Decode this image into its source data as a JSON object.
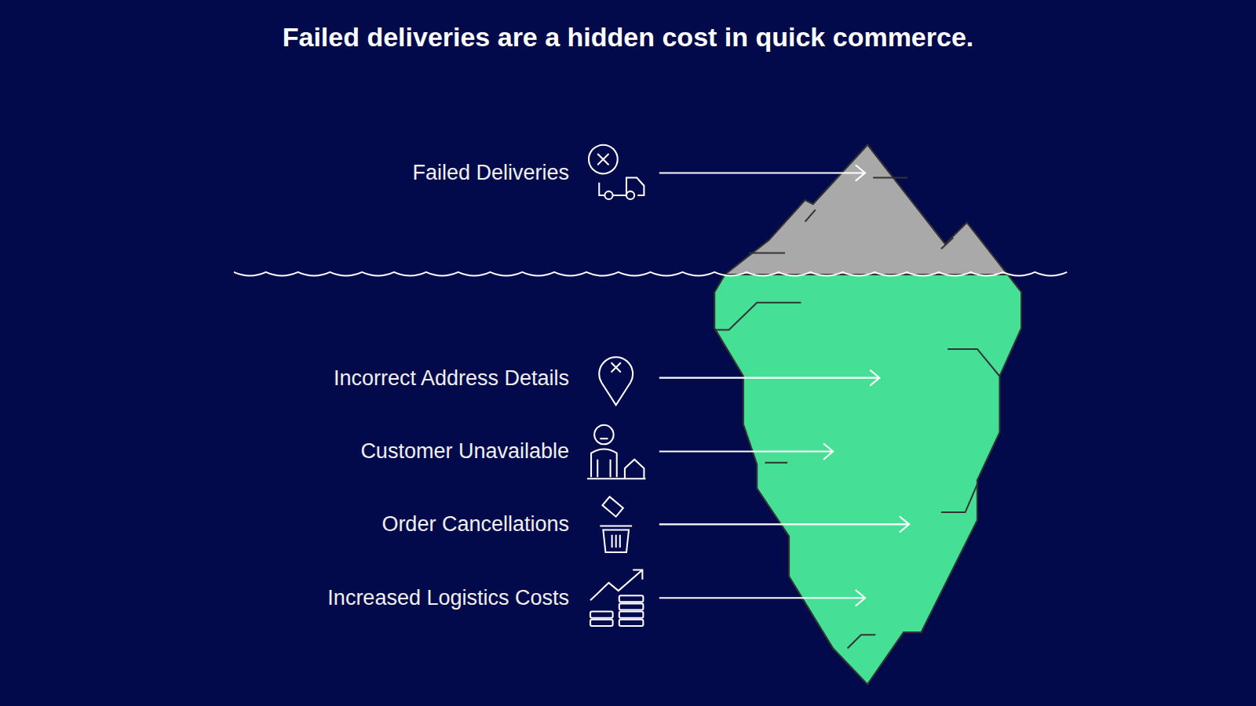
{
  "diagram": {
    "title": "Failed deliveries are a hidden cost in quick commerce.",
    "labels": [
      "Failed Deliveries",
      "Incorrect Address Details",
      "Customer Unavailable",
      "Order Cancellations",
      "Increased Logistics Costs"
    ]
  }
}
